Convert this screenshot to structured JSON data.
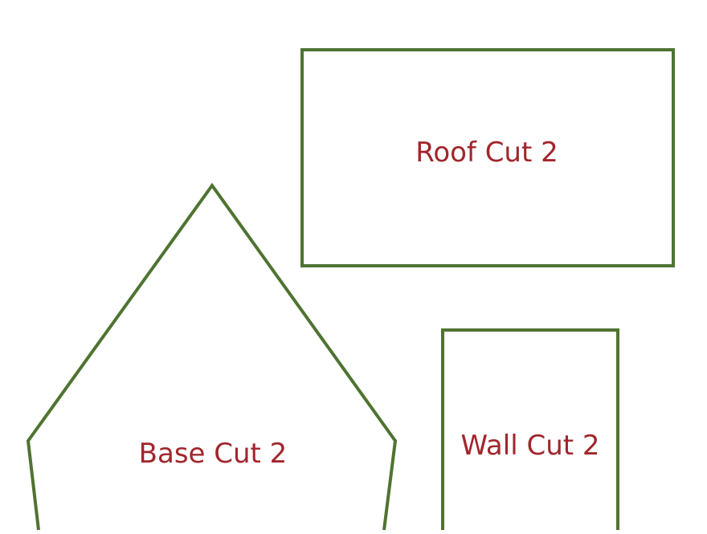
{
  "colors": {
    "outline": "#4f7331",
    "label": "#a0262c",
    "background": "#ffffff"
  },
  "pieces": {
    "roof": {
      "label": "Roof Cut 2"
    },
    "base": {
      "label": "Base Cut 2"
    },
    "wall": {
      "label": "Wall Cut 2"
    }
  }
}
